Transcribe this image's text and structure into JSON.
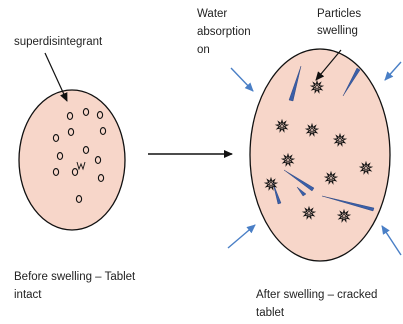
{
  "labels": {
    "superdisintegrant": "superdisintegrant",
    "water_line1": "Water",
    "water_line2": "absorption",
    "water_line3": "on",
    "particles_line1": "Particles",
    "particles_line2": "swelling",
    "before_line1": "Before swelling – Tablet",
    "before_line2": "intact",
    "after_line1": "After swelling – cracked",
    "after_line2": "tablet"
  },
  "colors": {
    "tablet_fill": "#f7d6c9",
    "outline": "#111111",
    "water_arrow": "#4a7fc6",
    "crack": "#3a5fa8",
    "text": "#222222"
  },
  "icons": {
    "particle_intact": "small-circle",
    "particle_swollen": "starburst",
    "crack": "blue-sliver"
  }
}
